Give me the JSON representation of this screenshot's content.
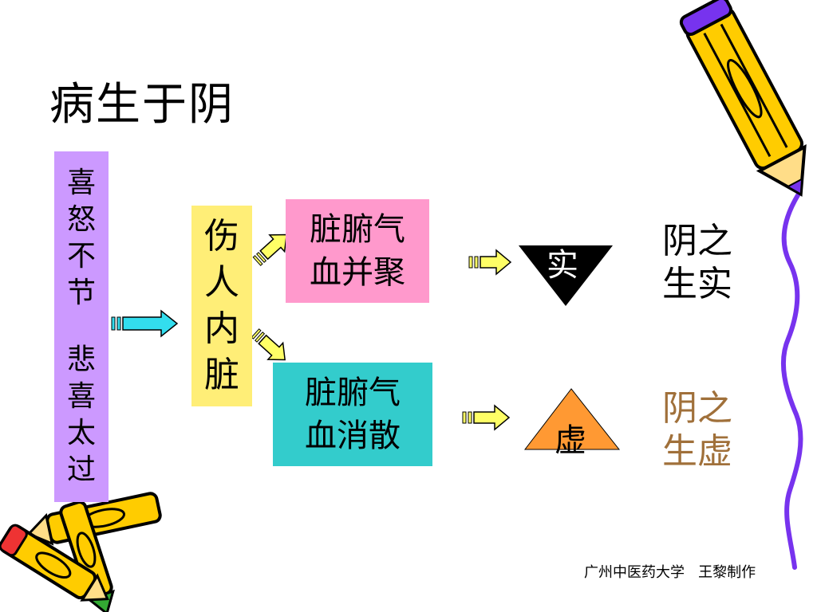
{
  "title": "病生于阴",
  "cause": {
    "group1": [
      "喜",
      "怒",
      "不",
      "节"
    ],
    "group2": [
      "悲",
      "喜",
      "太",
      "过"
    ]
  },
  "harm": [
    "伤",
    "人",
    "内",
    "脏"
  ],
  "gather": {
    "line1": "脏腑气",
    "line2": "血并聚"
  },
  "disperse": {
    "line1": "脏腑气",
    "line2": "血消散"
  },
  "shi_label": "实",
  "xu_label": "虚",
  "result_shi": {
    "line1": "阴之",
    "line2": "生实"
  },
  "result_xu": {
    "line1": "阴之",
    "line2": "生虚"
  },
  "footer": "广州中医药大学   王黎制作",
  "colors": {
    "cause_bg": "#cc99ff",
    "harm_bg": "#ffee77",
    "gather_bg": "#ff99cc",
    "disperse_bg": "#33cccc",
    "cyan_arrow": "#33ddee",
    "yellow_arrow": "#ffff66",
    "xu_triangle": "#ff9933",
    "shi_triangle": "#000000",
    "xu_result_text": "#a0703a",
    "wavy_line": "#7733ee"
  },
  "icons": [
    "pencil-icon-top-right",
    "crayon-pile-icon-bottom-left"
  ]
}
